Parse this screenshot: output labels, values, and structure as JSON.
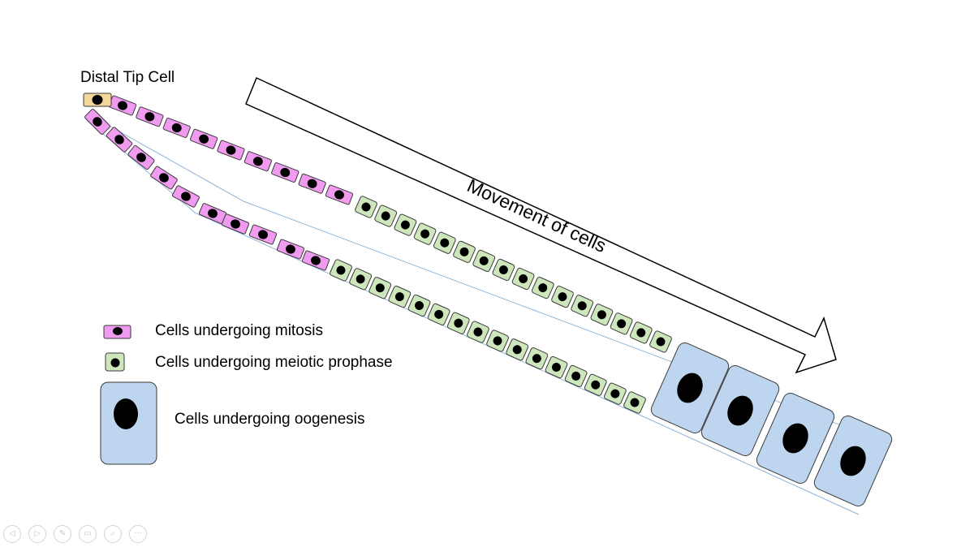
{
  "labels": {
    "distal_tip": "Distal Tip Cell",
    "movement": "Movement of cells"
  },
  "legend": {
    "mitosis": "Cells undergoing mitosis",
    "meiotic": "Cells undergoing meiotic prophase",
    "oogenesis": "Cells undergoing oogenesis"
  },
  "colors": {
    "distal_tip": "#f5d79a",
    "mitosis": "#f09af0",
    "meiotic": "#cde6bb",
    "oogenesis": "#bdd5ee",
    "nucleus": "#000000",
    "gonad_outline": "#8eb4d8"
  },
  "toolbar": {
    "icons": [
      "previous-icon",
      "next-icon",
      "pen-icon",
      "slides-icon",
      "zoom-icon",
      "more-icon"
    ],
    "glyphs": [
      "◁",
      "▷",
      "✎",
      "▭",
      "⌕",
      "···"
    ]
  }
}
